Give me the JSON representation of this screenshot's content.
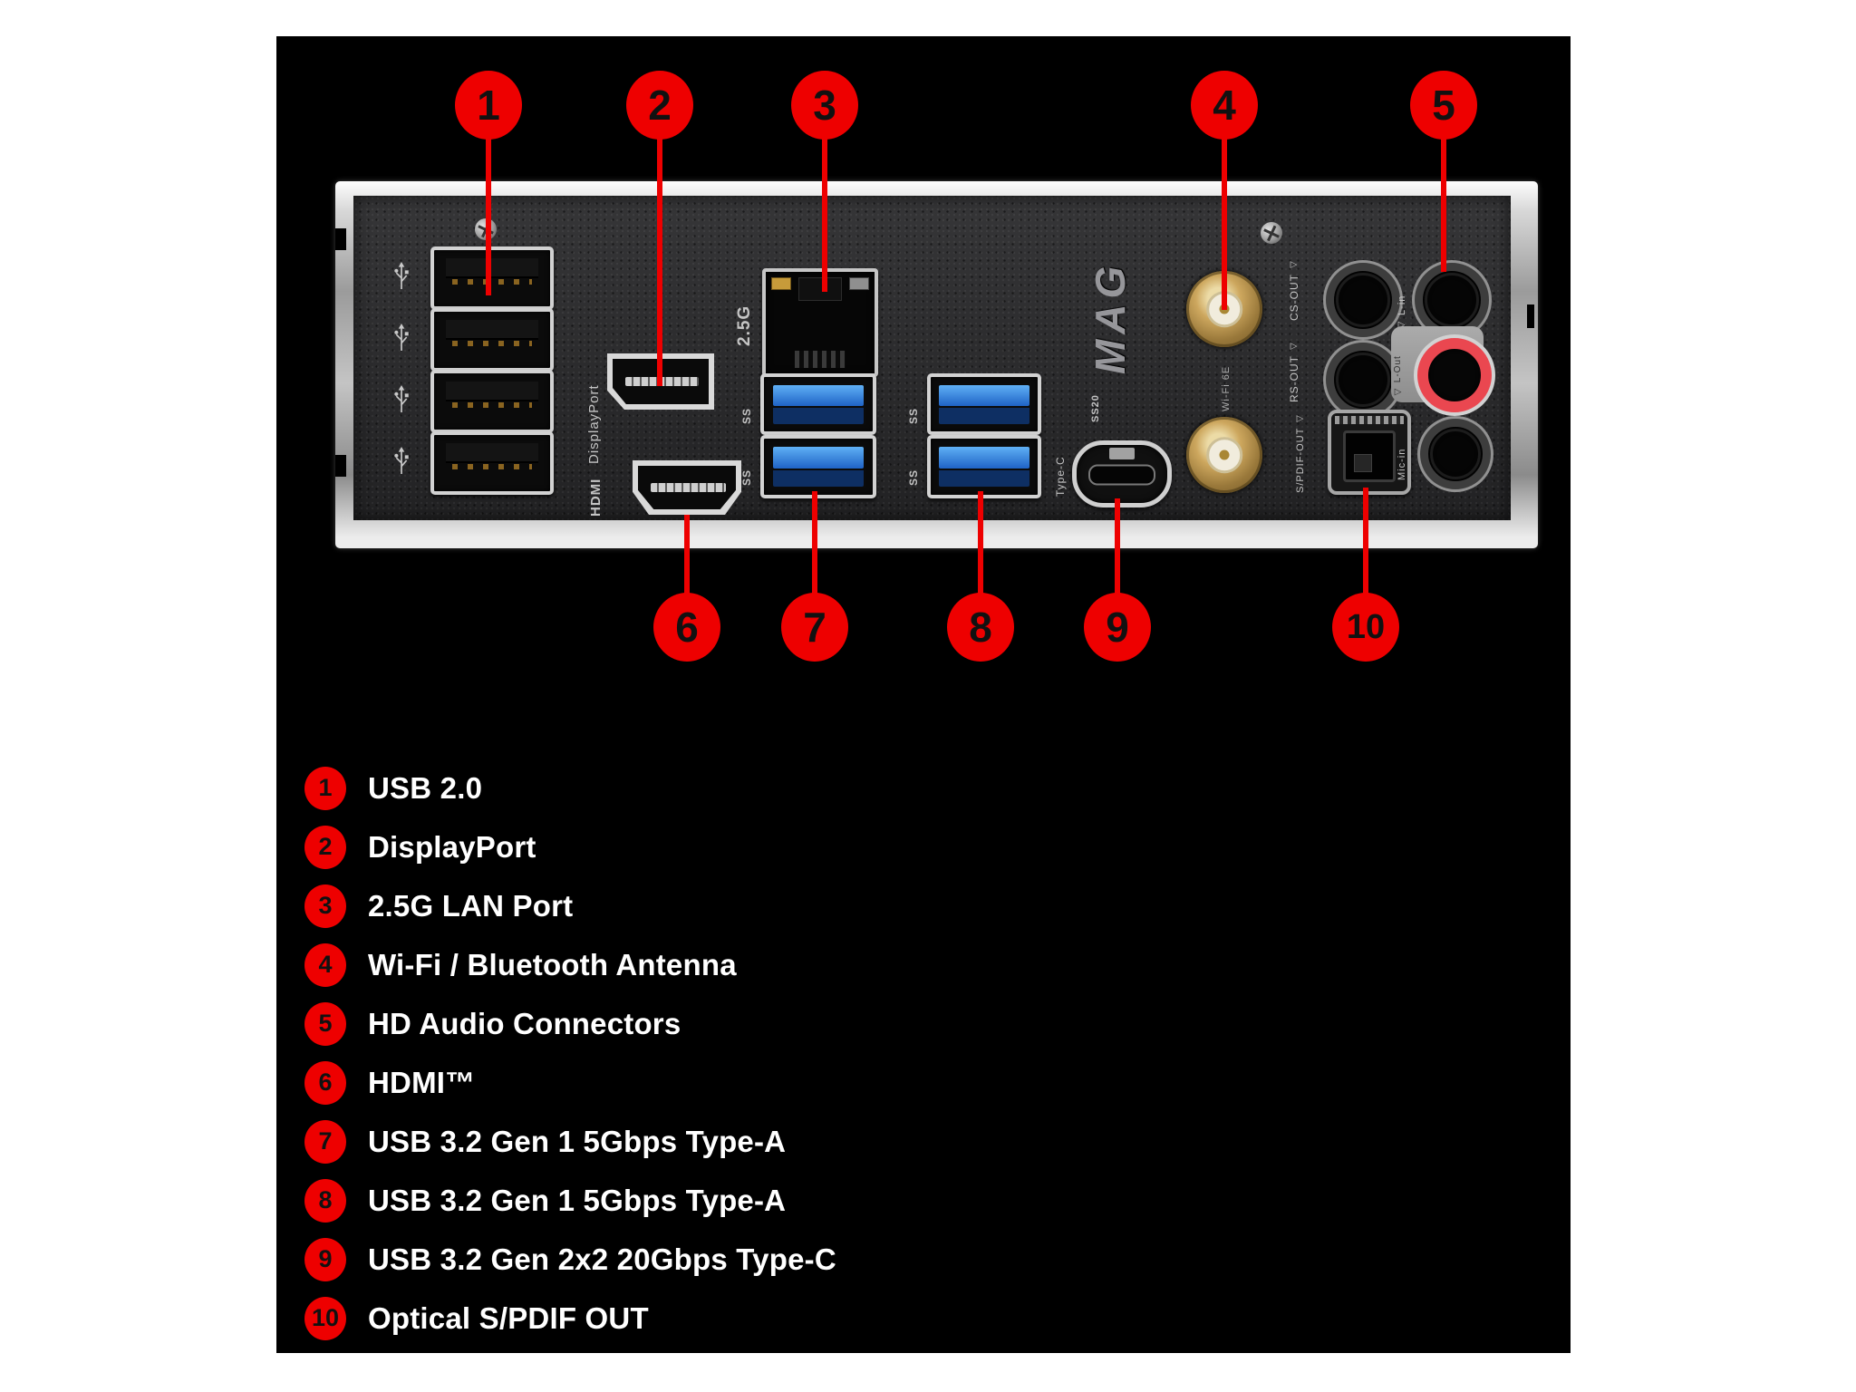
{
  "colors": {
    "page_background": "#ffffff",
    "canvas_background": "#000000",
    "callout_red": "#ee0000",
    "panel_dark": "#29292b",
    "metal_silver": "#d2d2d2",
    "usb3_blue": "#2f7fd8",
    "audio_jack_red": "#ea4750",
    "antenna_gold": "#cda75e",
    "legend_text": "#ffffff"
  },
  "icons": {
    "speaker": "◁"
  },
  "panel_labels": {
    "displayport": "DisplayPort",
    "hdmi": "HDMI",
    "lan_speed": "2.5G",
    "mag_logo": "MAG",
    "wifi": "Wi-Fi 6E",
    "superspeed": "SS",
    "superspeed_20": "SS20",
    "type_c": "Type-C",
    "cs_out": "CS-OUT",
    "rs_out": "RS-OUT",
    "spdif_out": "S/PDIF-OUT",
    "l_in": "L-in",
    "l_out": "L-Out",
    "mic_in": "Mic-in"
  },
  "legend": {
    "items": [
      {
        "number": "1",
        "label": "USB 2.0"
      },
      {
        "number": "2",
        "label": "DisplayPort"
      },
      {
        "number": "3",
        "label": "2.5G LAN Port"
      },
      {
        "number": "4",
        "label": "Wi-Fi / Bluetooth Antenna"
      },
      {
        "number": "5",
        "label": "HD Audio Connectors"
      },
      {
        "number": "6",
        "label": "HDMI™"
      },
      {
        "number": "7",
        "label": "USB 3.2 Gen 1 5Gbps Type-A"
      },
      {
        "number": "8",
        "label": "USB 3.2 Gen 1 5Gbps Type-A"
      },
      {
        "number": "9",
        "label": "USB 3.2 Gen 2x2 20Gbps Type-C"
      },
      {
        "number": "10",
        "label": "Optical S/PDIF OUT"
      }
    ]
  }
}
